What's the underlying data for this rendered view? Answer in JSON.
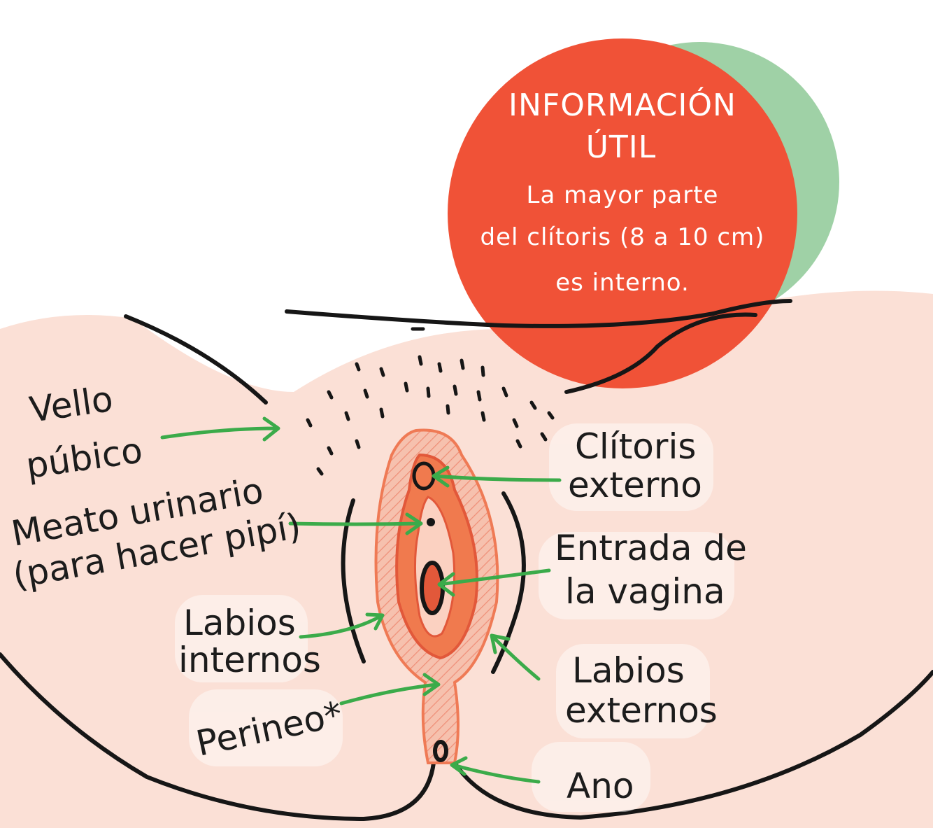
{
  "badge": {
    "title_line1": "INFORMACIÓN",
    "title_line2": "ÚTIL",
    "body_line1": "La mayor parte",
    "body_line2": "del clítoris (8 a 10 cm)",
    "body_line3": "es interno."
  },
  "labels": {
    "vello_1": "Vello",
    "vello_2": "púbico",
    "clitoris_1": "Clítoris",
    "clitoris_2": "externo",
    "meato_1": "Meato urinario",
    "meato_2": "(para hacer pipí)",
    "vagina_1": "Entrada de",
    "vagina_2": "la vagina",
    "labios_int_1": "Labios",
    "labios_int_2": "internos",
    "labios_ext_1": "Labios",
    "labios_ext_2": "externos",
    "perineo": "Perineo*",
    "ano": "Ano"
  },
  "colors": {
    "skin": "#fbe0d6",
    "badge_red": "#f05237",
    "badge_green": "#9fd1a6",
    "arrow_green": "#3bab4a",
    "inner_orange": "#f07a4e",
    "outline": "#161616"
  }
}
